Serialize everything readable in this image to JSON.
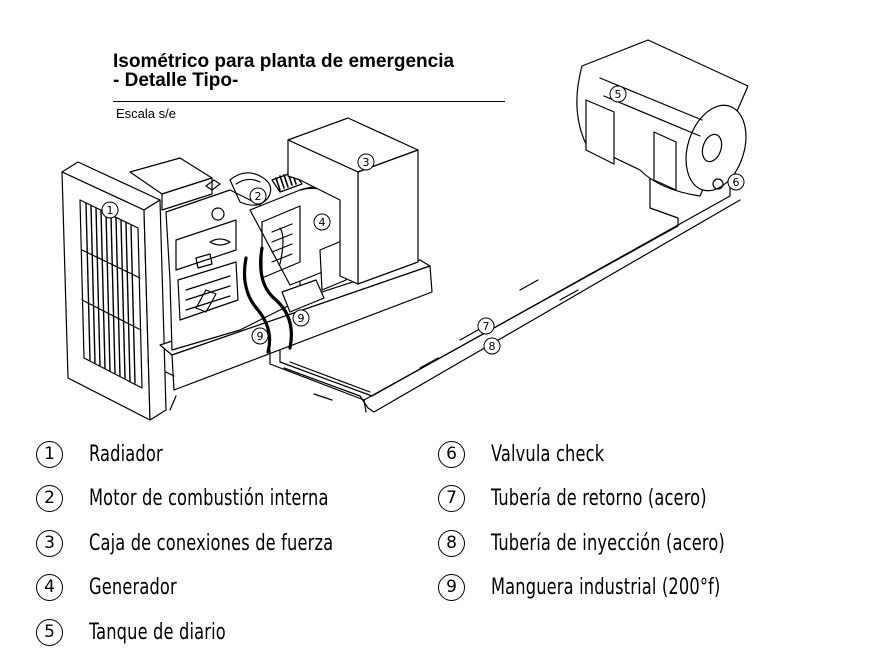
{
  "title": {
    "line1": "Isométrico para planta de emergencia",
    "line2": "- Detalle Tipo-",
    "scale": "Escala s/e"
  },
  "callouts": [
    "1",
    "2",
    "3",
    "4",
    "5",
    "6",
    "7",
    "8",
    "9",
    "9"
  ],
  "legend": [
    {
      "num": "1",
      "text": "Radiador"
    },
    {
      "num": "2",
      "text": "Motor de combustión interna"
    },
    {
      "num": "3",
      "text": "Caja de conexiones de fuerza"
    },
    {
      "num": "4",
      "text": "Generador"
    },
    {
      "num": "5",
      "text": "Tanque de diario"
    },
    {
      "num": "6",
      "text": "Valvula check"
    },
    {
      "num": "7",
      "text": "Tubería de retorno (acero)"
    },
    {
      "num": "8",
      "text": "Tubería de inyección (acero)"
    },
    {
      "num": "9",
      "text": "Manguera industrial (200°f)"
    }
  ],
  "colors": {
    "line": "#000000",
    "background": "#ffffff"
  }
}
